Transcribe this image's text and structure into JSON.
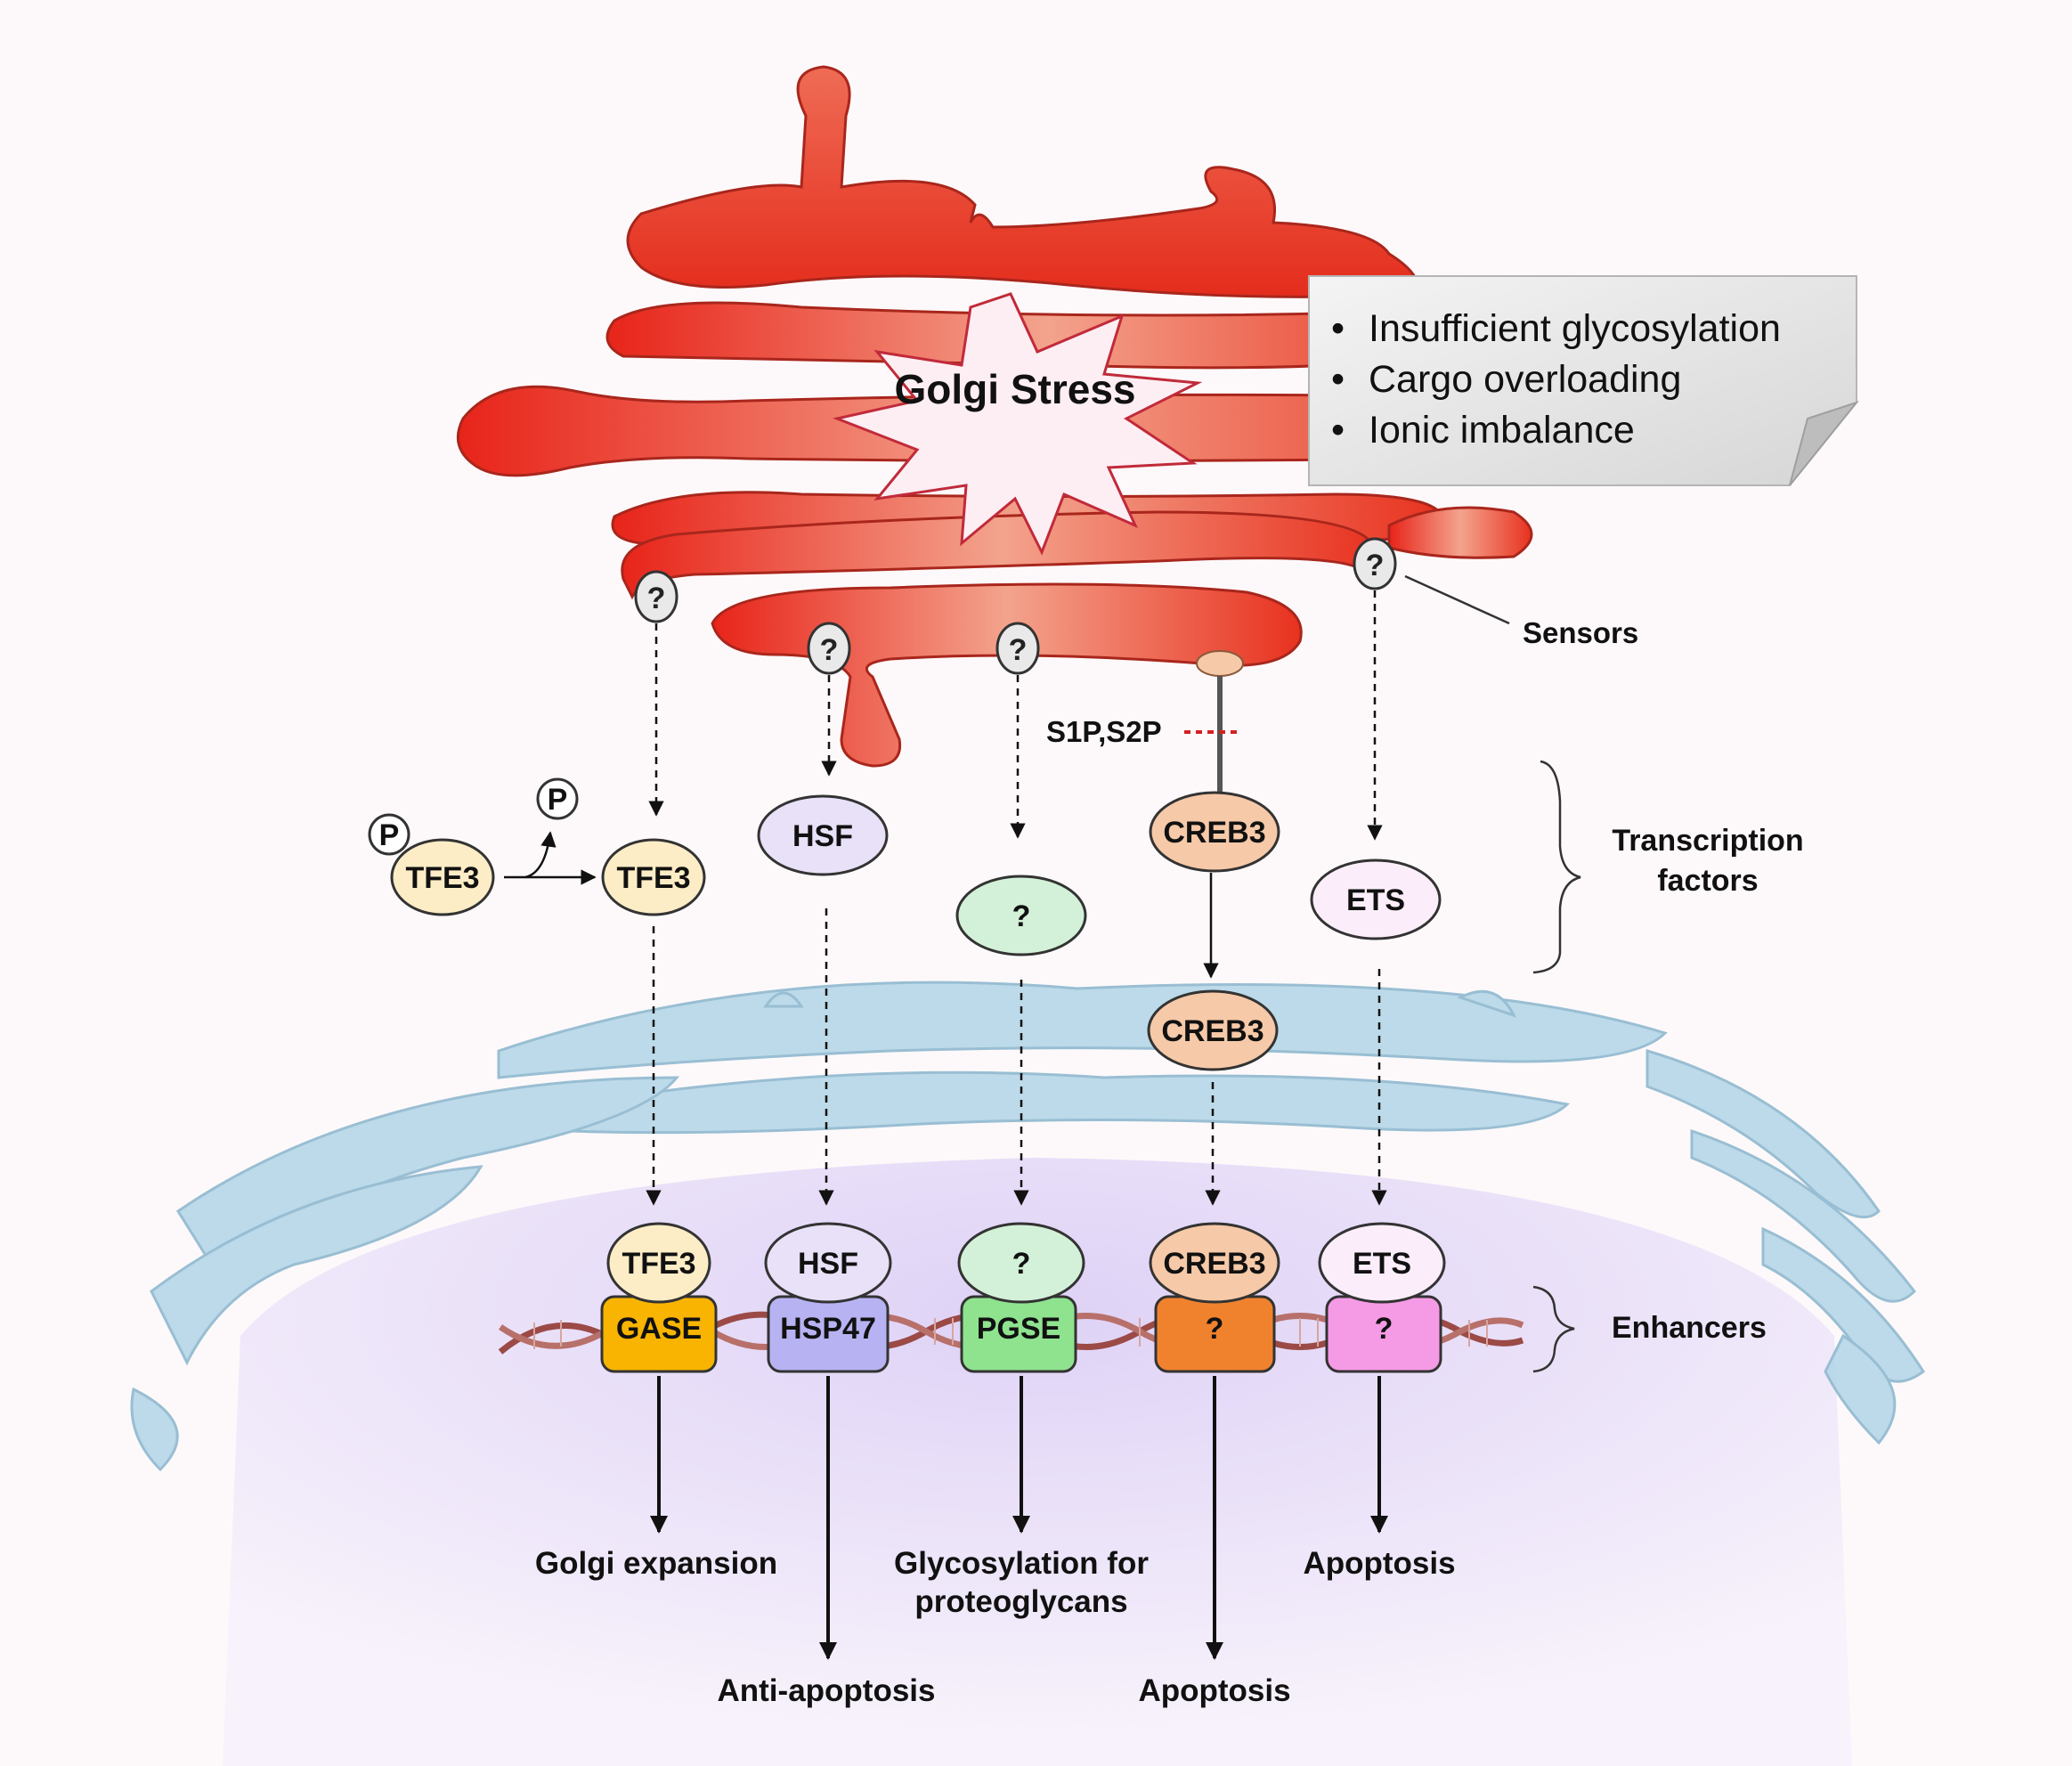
{
  "stress": {
    "label": "Golgi Stress",
    "causes": [
      "Insufficient glycosylation",
      "Cargo overloading",
      "Ionic imbalance"
    ]
  },
  "sensors": {
    "label": "Sensors",
    "symbol": "?"
  },
  "proteases": "S1P,S2P",
  "phospho": "P",
  "section_labels": {
    "transcription_factors": [
      "Transcription",
      "factors"
    ],
    "enhancers": "Enhancers"
  },
  "pathways": [
    {
      "factor": "TFE3",
      "factor_inactive": "TFE3",
      "enhancer": "GASE",
      "outcome": [
        "Golgi expansion"
      ]
    },
    {
      "factor": "HSF",
      "enhancer": "HSP47",
      "outcome": [
        "Anti-apoptosis"
      ]
    },
    {
      "factor": "?",
      "enhancer": "PGSE",
      "outcome": [
        "Glycosylation for",
        "proteoglycans"
      ]
    },
    {
      "factor": "CREB3",
      "factor_nuclear": "CREB3",
      "enhancer": "?",
      "outcome": [
        "Apoptosis"
      ]
    },
    {
      "factor": "ETS",
      "enhancer": "?",
      "outcome": [
        "Apoptosis"
      ]
    }
  ],
  "colors": {
    "golgi": "#e8392c",
    "er": "#a9d0e2",
    "nucleus": "#e6dcf6",
    "tfe3": "#fdedc6",
    "hsf": "#e8e1f7",
    "unknown_tf": "#d3f1d8",
    "creb3": "#f6c9a8",
    "ets": "#fbeefa",
    "gase": "#f8b400",
    "hsp47": "#b7b3f2",
    "pgse": "#8fe38f",
    "creb3_enh": "#f0822e",
    "ets_enh": "#f59be6",
    "note_box": "#dcdcdc"
  }
}
